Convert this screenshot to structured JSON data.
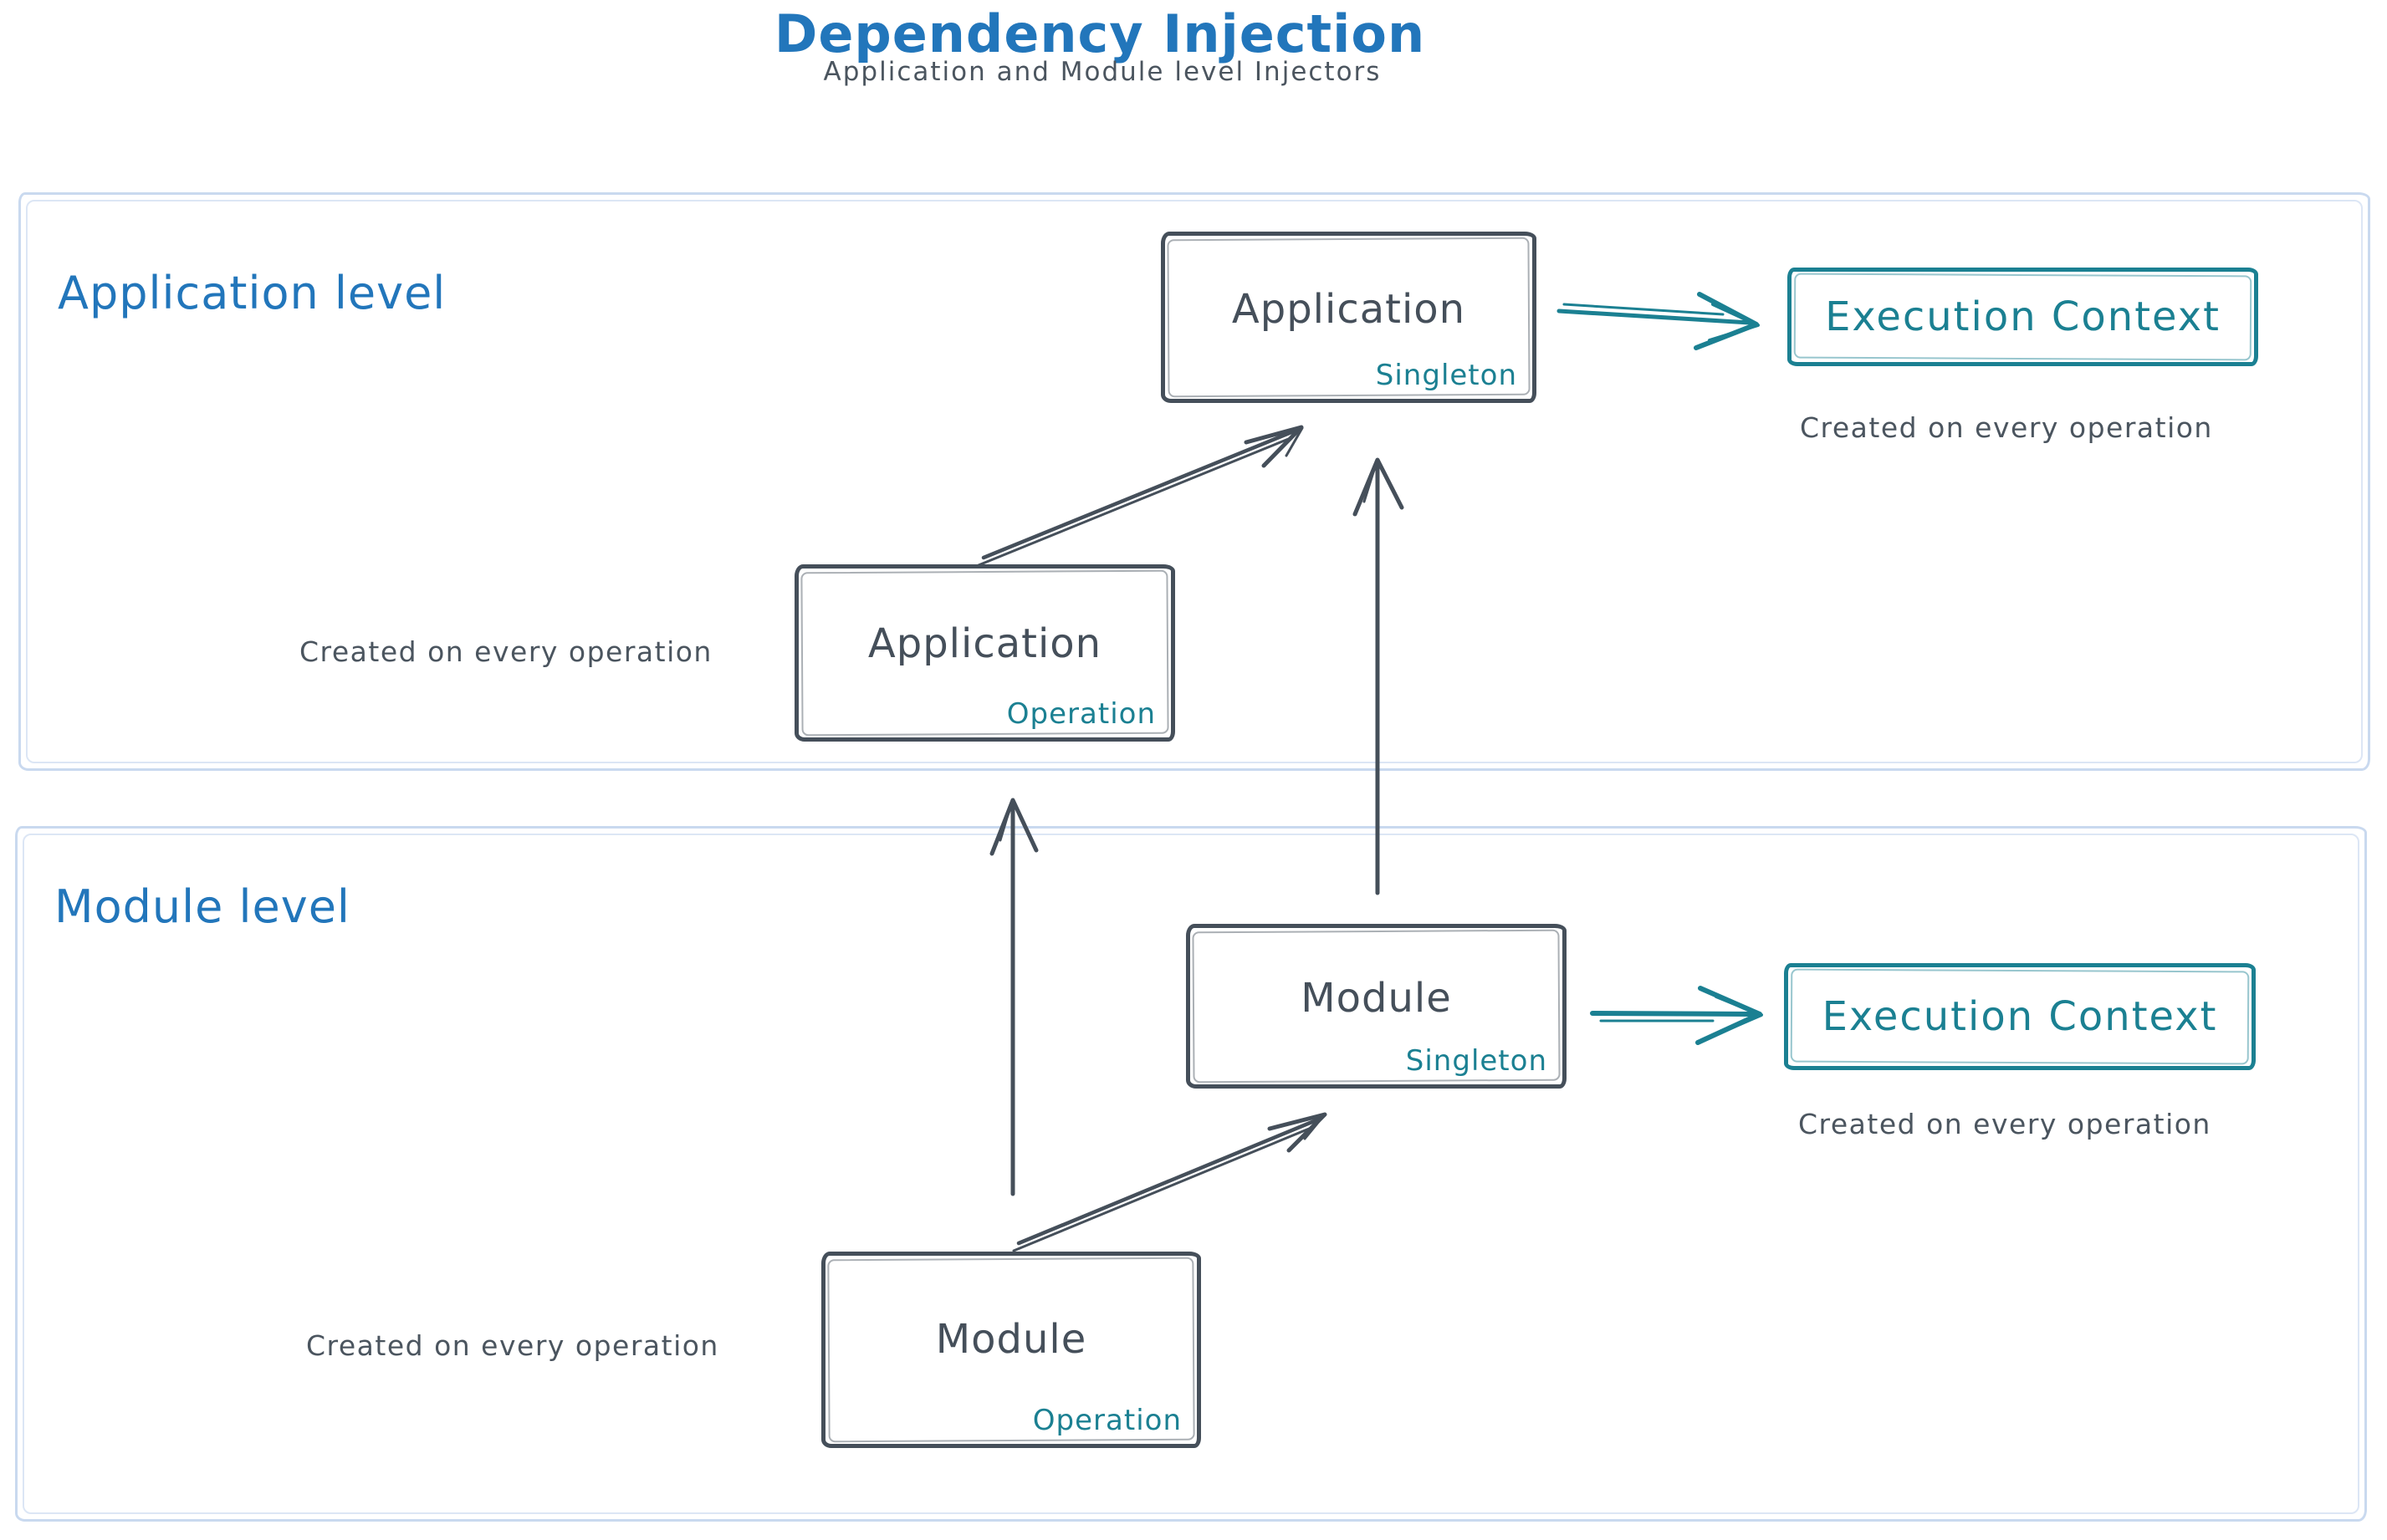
{
  "header": {
    "title": "Dependency Injection",
    "subtitle": "Application and Module level Injectors"
  },
  "colors": {
    "blue": "#2276bb",
    "teal": "#1b8092",
    "dark": "#454f5a",
    "caption": "#4b555f",
    "container_border": "#c9d9ef"
  },
  "app_level": {
    "label": "Application level",
    "singleton": {
      "name": "Application",
      "scope": "Singleton"
    },
    "operation": {
      "name": "Application",
      "scope": "Operation"
    },
    "execution_context": "Execution Context",
    "caption_left": "Created on every operation",
    "caption_right": "Created on every operation"
  },
  "module_level": {
    "label": "Module level",
    "singleton": {
      "name": "Module",
      "scope": "Singleton"
    },
    "operation": {
      "name": "Module",
      "scope": "Operation"
    },
    "execution_context": "Execution Context",
    "caption_left": "Created on every operation",
    "caption_right": "Created on every operation"
  }
}
